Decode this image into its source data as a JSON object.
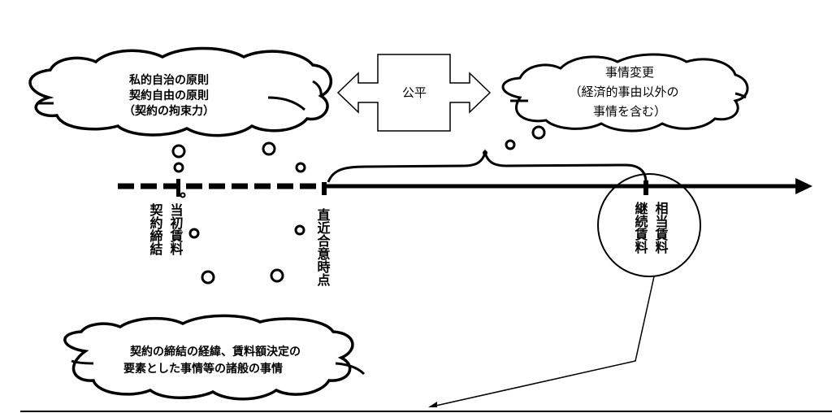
{
  "diagram": {
    "colors": {
      "ink": "#000000",
      "background": "#ffffff"
    },
    "clouds": {
      "principles": {
        "lines": [
          "私的自治の原則",
          "契約自由の原則",
          "（契約の拘束力）"
        ]
      },
      "change_of_circumstances": {
        "lines": [
          "事情変更",
          "（経済的事由以外の",
          "事情を含む）"
        ]
      },
      "all_circumstances": {
        "lines": [
          "契約の締結の経緯、賃料額決定の",
          "要素とした事情等の諸般の事情"
        ]
      }
    },
    "balance_arrow": {
      "label": "公平"
    },
    "timeline": {
      "points": {
        "contract_conclusion": {
          "label": "契約締結"
        },
        "initial_rent": {
          "label": "当初賃料"
        },
        "latest_agreement": {
          "label": "直近合意時点"
        },
        "continuing_rent": {
          "label": "継続賃料"
        },
        "appropriate_rent": {
          "label": "相当賃料"
        }
      }
    }
  }
}
